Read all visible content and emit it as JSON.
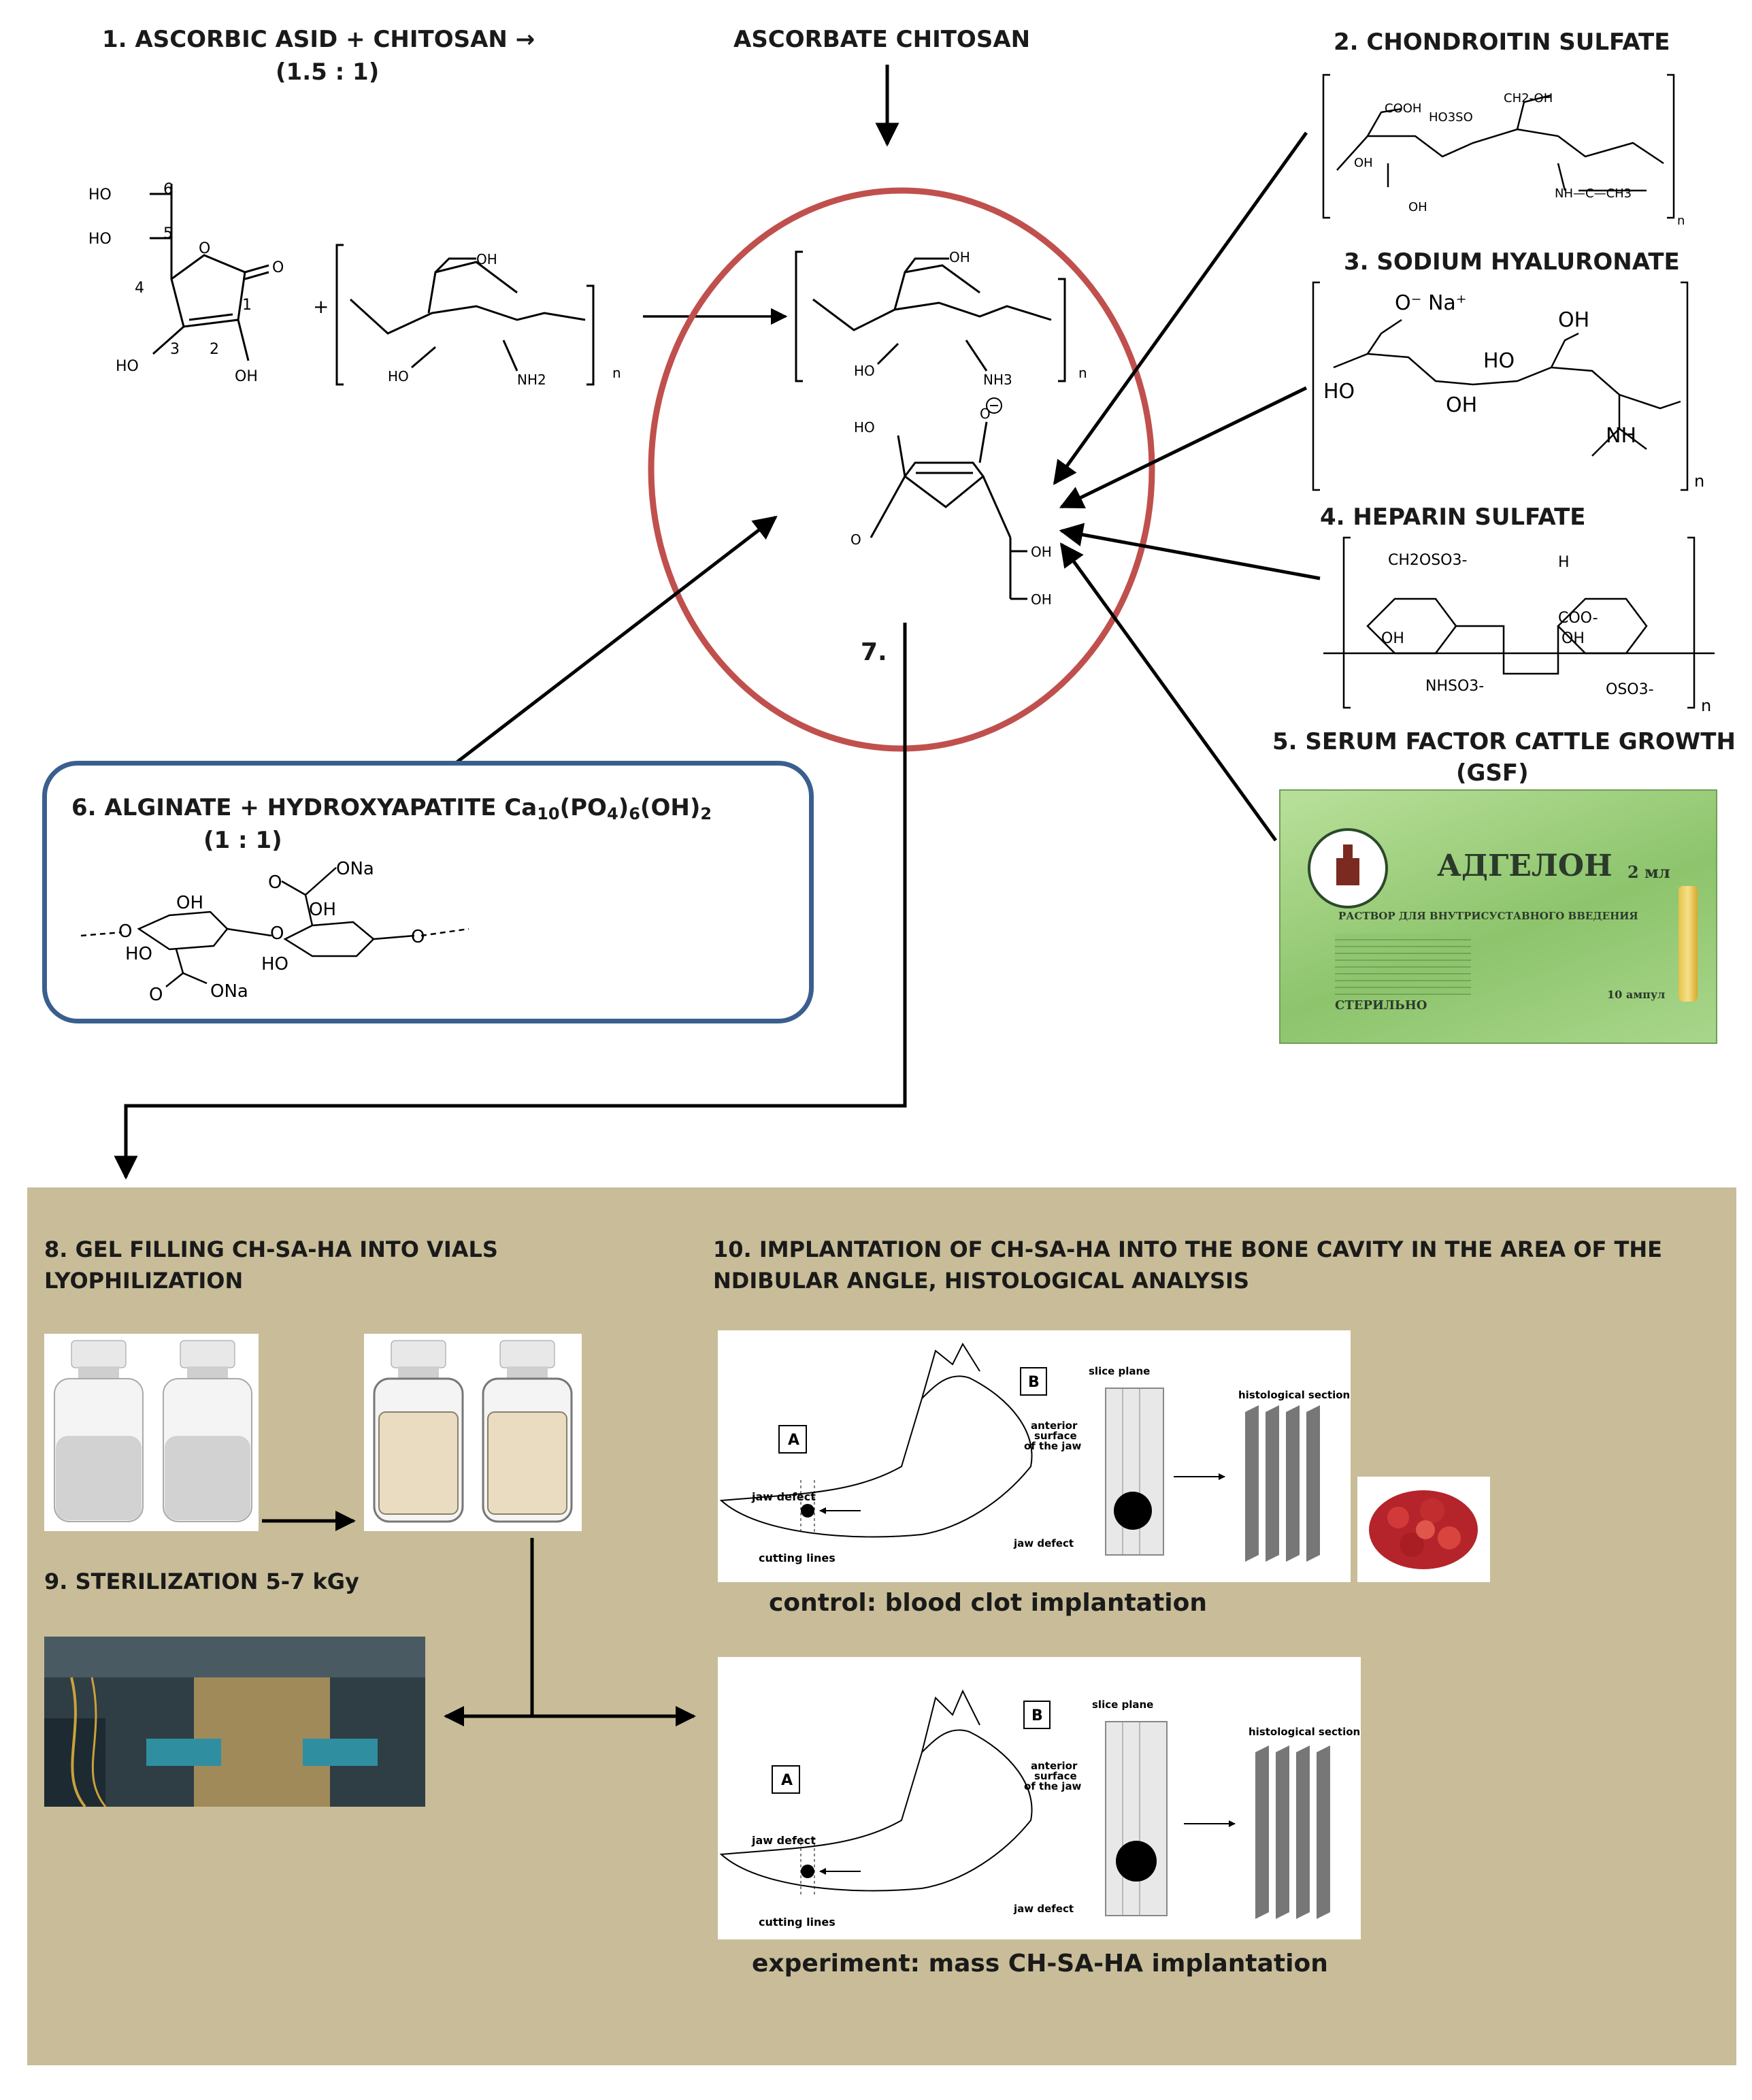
{
  "top": {
    "step1_title": "1. ASCORBIC ASID + CHITOSAN  →",
    "step1_ratio": "(1.5 : 1)",
    "ascorbate_title": "ASCORBATE CHITOSAN",
    "step2_title": "2. CHONDROITIN SULFATE",
    "step3_title": "3. SODIUM HYALURONATE",
    "step4_title": "4. HEPARIN SULFATE",
    "step5_title": "5. SERUM FACTOR CATTLE GROWTH",
    "step5_abbr": "(GSF)",
    "step7_label": "7."
  },
  "alginate": {
    "title_main": "6. ALGINATE +  HYDROXYAPATITE Ca",
    "formula_sub1": "10",
    "formula_mid1": "(PO",
    "formula_sub2": "4",
    "formula_mid2": ")",
    "formula_sub3": "6",
    "formula_end": "(OH)",
    "formula_sub4": "2",
    "ratio": "(1 : 1)"
  },
  "chem_labels": {
    "ho": "HO",
    "oh": "OH",
    "o": "O",
    "n": "n",
    "nh2": "NH2",
    "nh3": "NH3",
    "num1": "1",
    "num2": "2",
    "num3": "3",
    "num4": "4",
    "num5": "5",
    "num6": "6",
    "cooh": "COOH",
    "ho3so": "HO3SO",
    "ch2oh": "CH2-OH",
    "nhcch3": "NH—C—CH3",
    "ona": "ONa",
    "o_na": "O⁻ Na⁺",
    "nh": "NH",
    "ch2oso3": "CH2OSO3-",
    "coo": "COO-",
    "nhso3": "NHSO3-",
    "oso3": "OSO3-",
    "h": "H"
  },
  "product_box": {
    "brand": "АДГЕЛОН",
    "volume": "2 мл",
    "subtitle": "РАСТВОР ДЛЯ ВНУТРИСУСТАВНОГО ВВЕДЕНИЯ",
    "sterile": "СТЕРИЛЬНО",
    "ampoules": "10 ампул"
  },
  "bottom": {
    "step8_title_line1": "8. GEL FILLING CH-SA-HA INTO VIALS",
    "step8_title_line2": "LYOPHILIZATION",
    "step9_title": "9. STERILIZATION 5-7 kGy",
    "step10_title_line1": "10. IMPLANTATION OF CH-SA-HA INTO THE BONE CAVITY IN THE AREA OF THE",
    "step10_title_line2": "NDIBULAR ANGLE, HISTOLOGICAL ANALYSIS",
    "control_caption": "control: blood clot implantation",
    "experiment_caption": "experiment: mass CH-SA-HA implantation"
  },
  "jaw_diagram": {
    "label_a": "A",
    "label_b": "B",
    "slice_plane": "slice plane",
    "anterior_line1": "anterior",
    "anterior_line2": "surface",
    "anterior_line3": "of the jaw",
    "histological": "histological sections",
    "jaw_defect": "jaw defect",
    "cutting_lines": "cutting lines"
  },
  "colors": {
    "panel_bg": "#c8bd98",
    "ellipse": "#c0504d",
    "box_border": "#3a5f8f",
    "product_green": "#9fcf7f"
  }
}
